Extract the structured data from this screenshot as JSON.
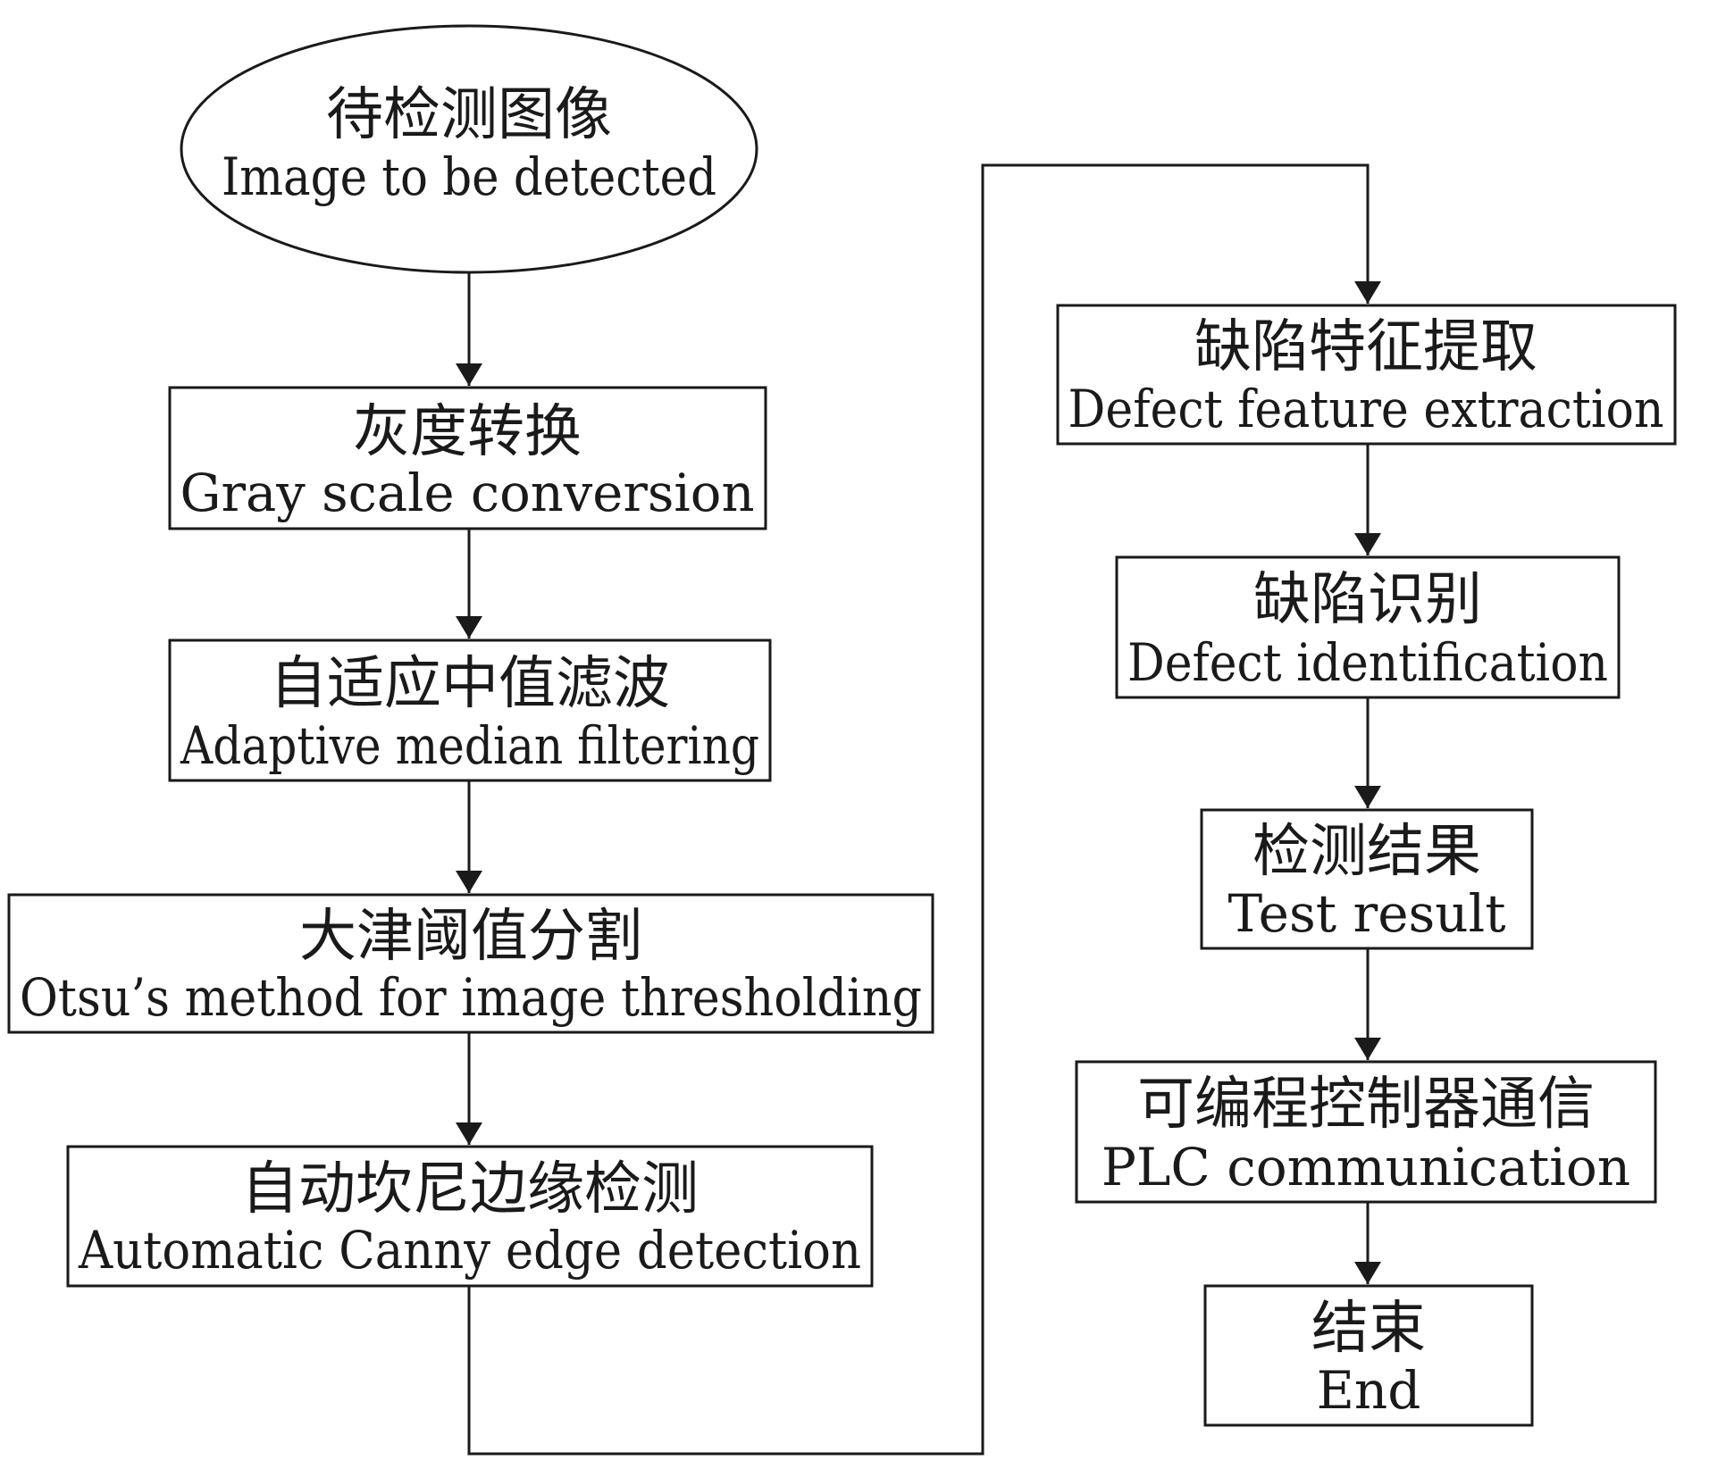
{
  "colors": {
    "line": "#1a1a1a",
    "background": "#ffffff"
  },
  "nodes": {
    "start": {
      "zh": "待检测图像",
      "en": "Image to be detected"
    },
    "gray": {
      "zh": "灰度转换",
      "en": "Gray scale conversion"
    },
    "median": {
      "zh": "自适应中值滤波",
      "en": "Adaptive median filtering"
    },
    "otsu": {
      "zh": "大津阈值分割",
      "en": "Otsu’s method for image thresholding"
    },
    "canny": {
      "zh": "自动坎尼边缘检测",
      "en": "Automatic Canny edge detection"
    },
    "feature": {
      "zh": "缺陷特征提取",
      "en": "Defect feature extraction"
    },
    "identify": {
      "zh": "缺陷识别",
      "en": "Defect identification"
    },
    "result": {
      "zh": "检测结果",
      "en": "Test result"
    },
    "plc": {
      "zh": "可编程控制器通信",
      "en": "PLC communication"
    },
    "end": {
      "zh": "结束",
      "en": "End"
    }
  }
}
